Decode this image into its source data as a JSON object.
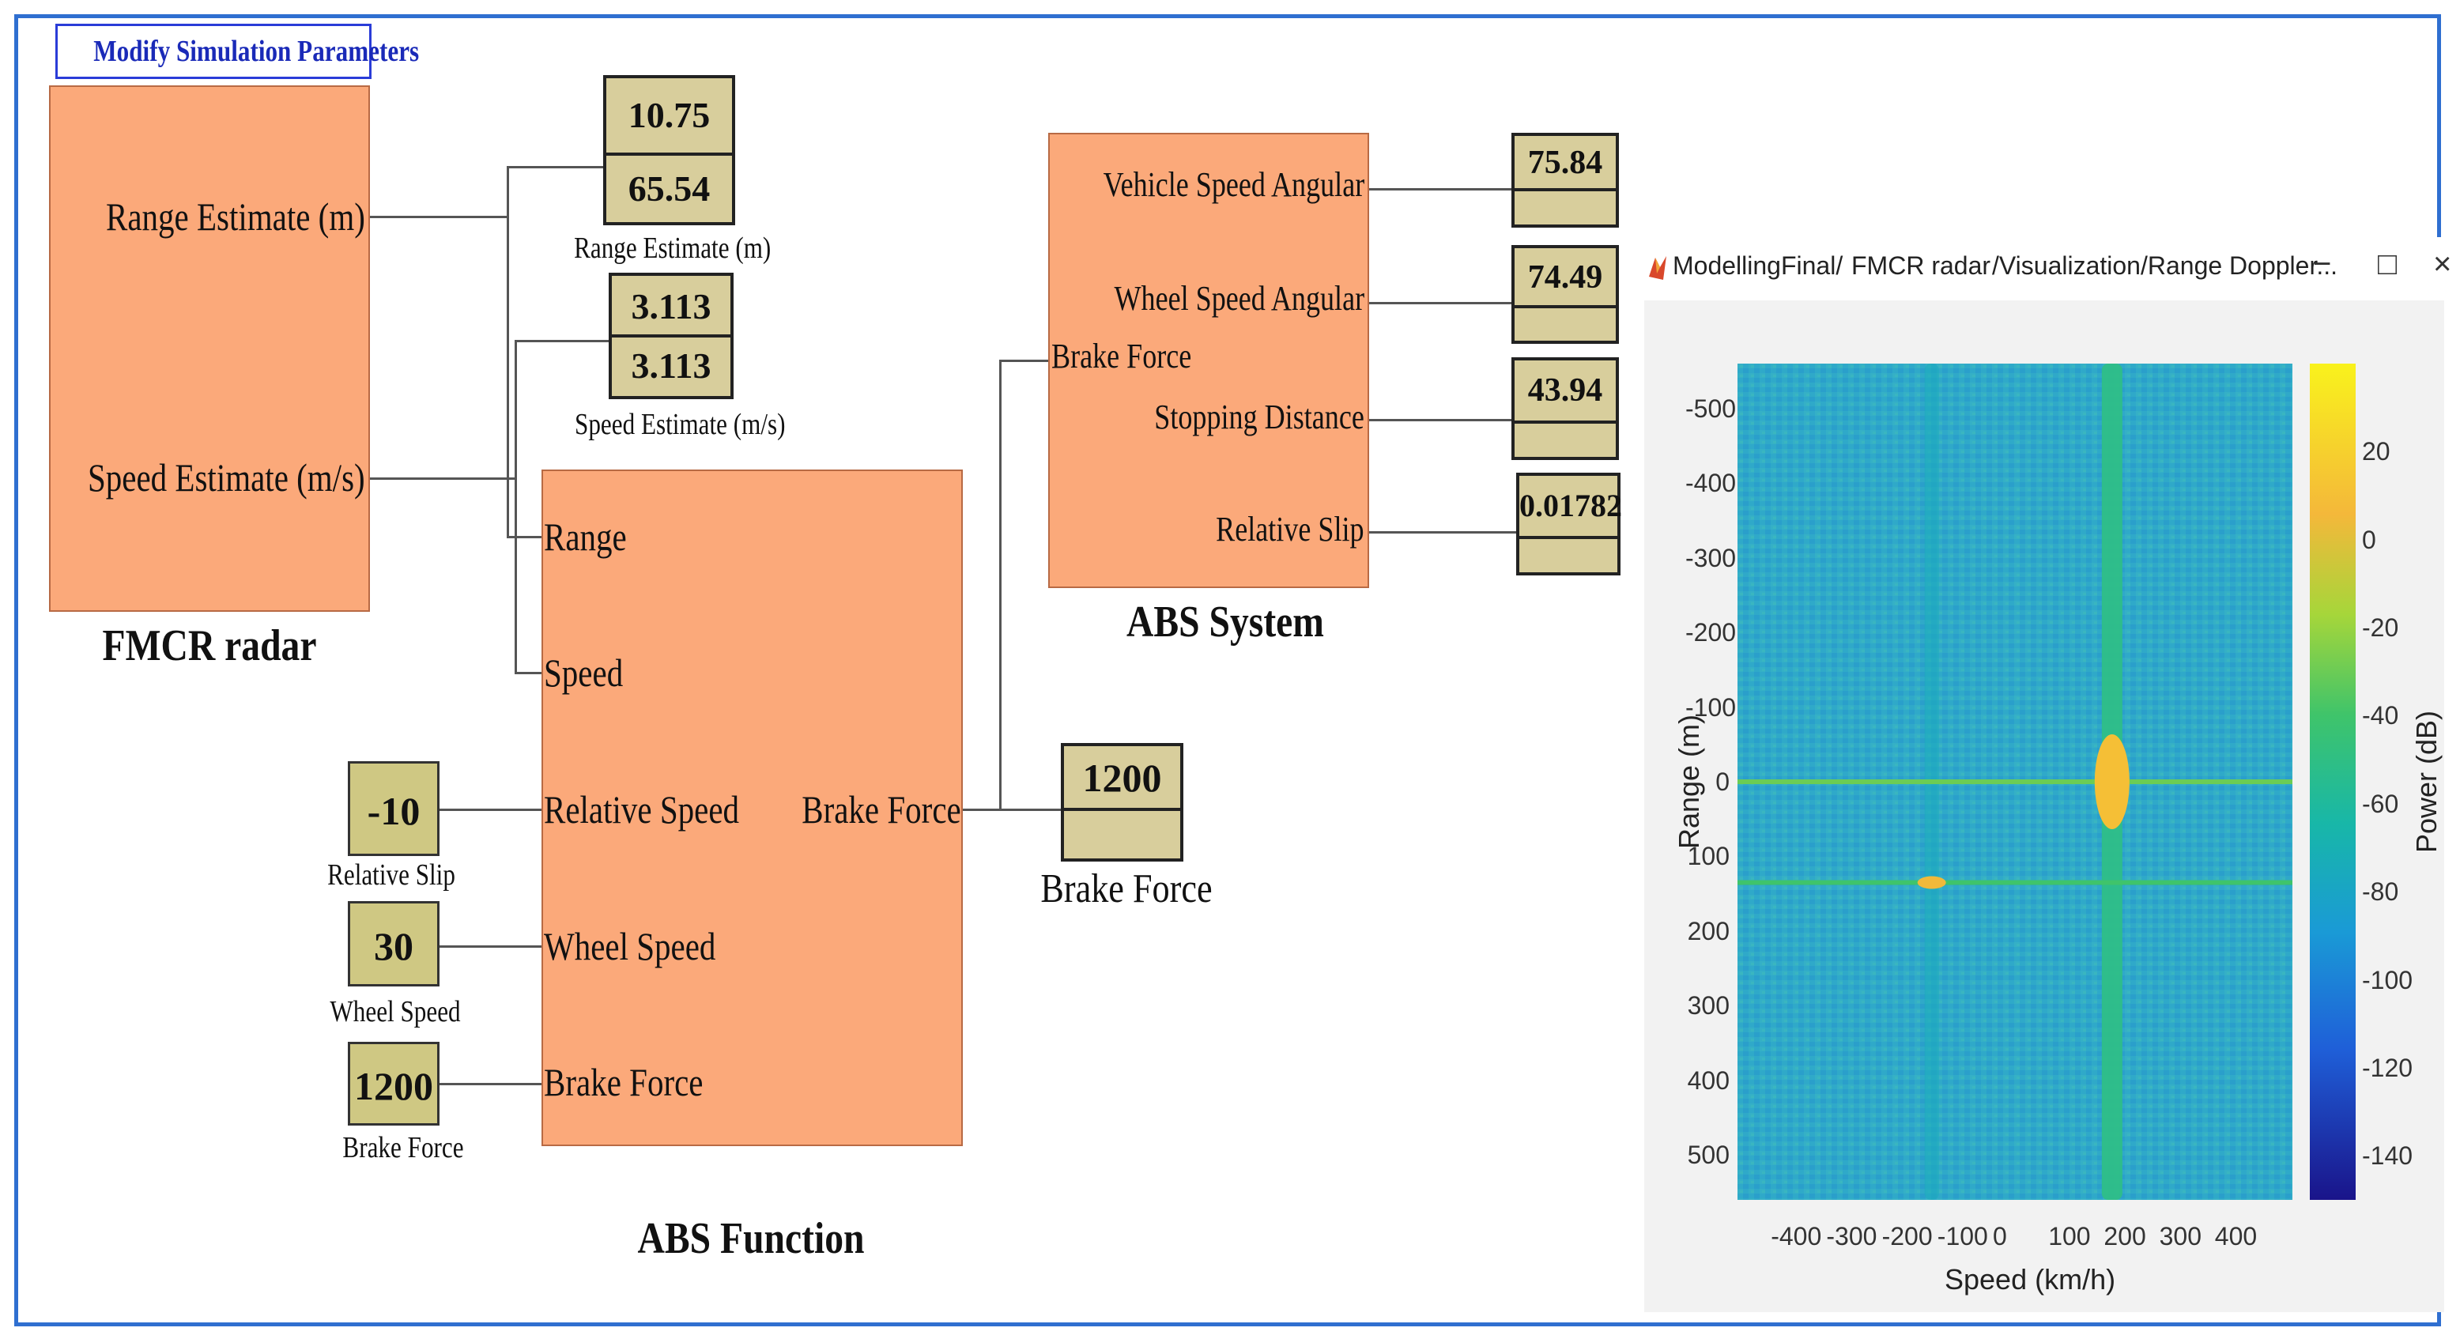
{
  "toolbar": {
    "modify_label": "Modify Simulation Parameters"
  },
  "fmcr": {
    "title": "FMCR radar",
    "port_range": "Range Estimate (m)",
    "port_speed": "Speed Estimate (m/s)"
  },
  "displays": {
    "range_estimate": {
      "values": [
        "10.75",
        "65.54"
      ],
      "label": "Range Estimate (m)"
    },
    "speed_estimate": {
      "values": [
        "3.113",
        "3.113"
      ],
      "label": "Speed Estimate (m/s)"
    },
    "vehicle_speed_angular": "75.84",
    "wheel_speed_angular": "74.49",
    "stopping_distance": "43.94",
    "relative_slip": "0.01782",
    "brake_force": {
      "value": "1200",
      "label": "Brake Force"
    }
  },
  "abs_function": {
    "title": "ABS Function",
    "in_range": "Range",
    "in_speed": "Speed",
    "in_relative_speed": "Relative Speed",
    "in_wheel_speed": "Wheel Speed",
    "in_brake_force": "Brake Force",
    "out_brake_force": "Brake Force"
  },
  "abs_system": {
    "title": "ABS System",
    "in_brake_force": "Brake Force",
    "out_vehicle_speed": "Vehicle Speed Angular",
    "out_wheel_speed": "Wheel Speed Angular",
    "out_stopping_distance": "Stopping Distance",
    "out_relative_slip": "Relative Slip"
  },
  "constants": {
    "relative_slip": {
      "value": "-10",
      "label": "Relative Slip"
    },
    "wheel_speed": {
      "value": "30",
      "label": "Wheel Speed"
    },
    "brake_force": {
      "value": "1200",
      "label": "Brake Force"
    }
  },
  "plot_window": {
    "title_parts": [
      "ModellingFinal/",
      "FMCR  radar",
      "/Visualization/Range Doppler..."
    ],
    "minimize": "−",
    "maximize": "□",
    "close": "×"
  },
  "chart_data": {
    "type": "heatmap",
    "xlabel": "Speed (km/h)",
    "ylabel": "Range (m)",
    "colorbar_label": "Power (dB)",
    "xlim": [
      -500,
      500
    ],
    "ylim": [
      -560,
      560
    ],
    "x_ticks": [
      "-400",
      "-300",
      "-200",
      "-100",
      "0",
      "100",
      "200",
      "300",
      "400"
    ],
    "y_ticks": [
      "-500",
      "-400",
      "-300",
      "-200",
      "-100",
      "0",
      "100",
      "200",
      "300",
      "400",
      "500"
    ],
    "colorbar_ticks": [
      "20",
      "0",
      "-20",
      "-40",
      "-60",
      "-80",
      "-100",
      "-120",
      "-140"
    ],
    "colorbar_range": [
      -150,
      40
    ],
    "background_db": -90,
    "features": [
      {
        "kind": "horizontal line",
        "range_m": 0,
        "power_db": -30
      },
      {
        "kind": "horizontal line",
        "range_m": 135,
        "power_db": -40
      },
      {
        "kind": "vertical band",
        "speed_kmh": 175,
        "power_db": -50
      },
      {
        "kind": "vertical band",
        "speed_kmh": -150,
        "power_db": -75
      },
      {
        "kind": "target",
        "speed_kmh": 175,
        "range_m": 0,
        "power_db": 10
      },
      {
        "kind": "target",
        "speed_kmh": -150,
        "range_m": 135,
        "power_db": 5
      }
    ],
    "colors": {
      "low": "#1a1a8c",
      "mid": "#1aa6d6",
      "high": "#f6ee1a",
      "background": "#2aa5c8"
    }
  }
}
